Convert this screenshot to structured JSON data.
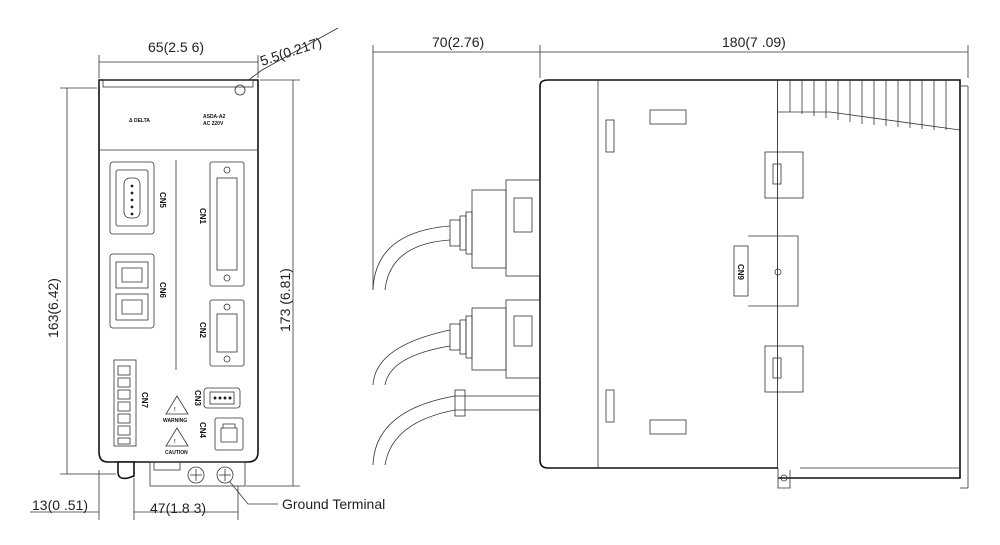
{
  "front_view": {
    "width_dim": "65(2.5 6)",
    "corner_dim": "5.5(0.217)",
    "left_height_dim": "163(6.42)",
    "right_height_dim": "173 (6.81)",
    "foot_dim": "13(0 .51)",
    "bottom_span_dim": "47(1.8 3)",
    "ground_terminal_label": "Ground Terminal",
    "brand_text": "Δ DELTA",
    "model_text": "ASDA-A2",
    "voltage_text": "AC 220V",
    "connectors": {
      "cn5": "CN5",
      "cn6": "CN6",
      "cn7": "CN7",
      "cn1": "CN1",
      "cn2": "CN2",
      "cn3": "CN3",
      "cn4": "CN4"
    },
    "warning_text": "WARNING",
    "caution_text": "CAUTION"
  },
  "side_view": {
    "cable_dim": "70(2.76)",
    "depth_dim": "180(7 .09)",
    "cn9_label": "CN9"
  }
}
